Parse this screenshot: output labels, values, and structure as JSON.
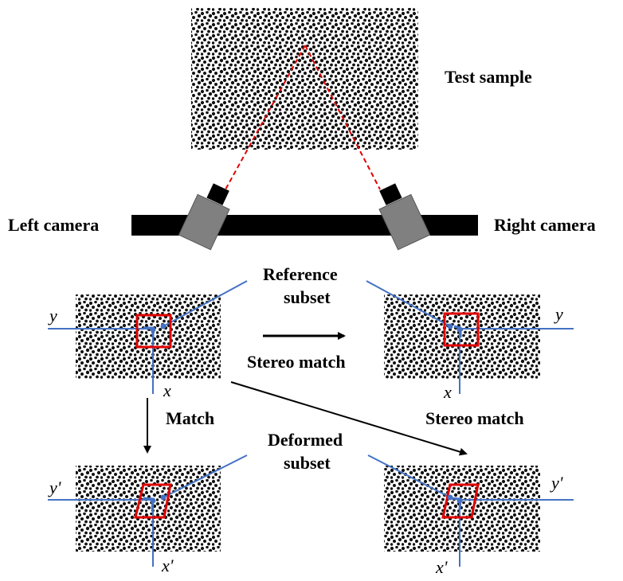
{
  "labels": {
    "test_sample": "Test sample",
    "left_camera": "Left camera",
    "right_camera": "Right camera",
    "reference_subset_line1": "Reference",
    "reference_subset_line2": "subset",
    "stereo_match_center": "Stereo match",
    "stereo_match_right": "Stereo match",
    "match": "Match",
    "deformed_subset_line1": "Deformed",
    "deformed_subset_line2": "subset"
  },
  "axes": {
    "y": "y",
    "x": "x",
    "y_prime": "y'",
    "x_prime": "x'"
  },
  "colors": {
    "axis_line": "#4472c4",
    "subset_box": "#e00000",
    "ray": "#e00000",
    "speckle": "#111111",
    "camera_body": "#808080",
    "camera_lens": "#000000",
    "rail": "#000000"
  }
}
